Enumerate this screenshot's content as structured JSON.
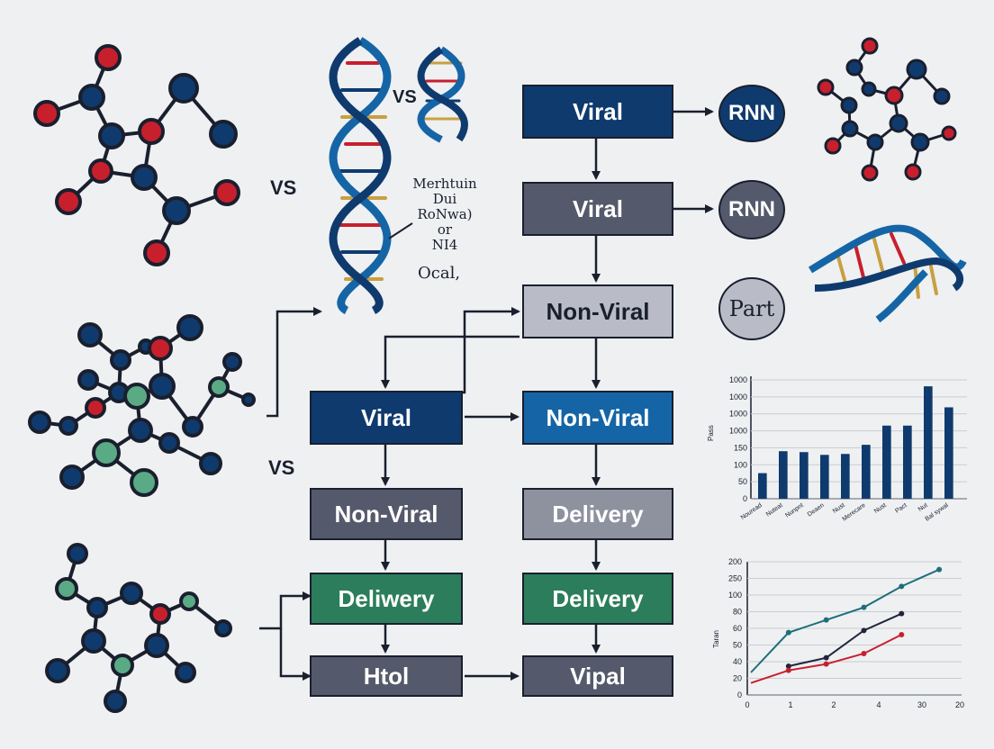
{
  "colors": {
    "navy": "#0f3a6e",
    "slate": "#545a6b",
    "gray": "#8e929f",
    "lightgray": "#b9bcc6",
    "blue": "#1565a6",
    "green": "#2c7d5b",
    "red": "#c81f2d",
    "teal": "#5aaa85",
    "bg": "#eef0f2"
  },
  "labels": {
    "vs_top": "VS",
    "vs_left": "VS",
    "vs_bottom": "VS",
    "dna_note": [
      "Merhtuin",
      "Dui",
      "RoNwa)",
      "or",
      "NI4"
    ],
    "dna_note_sub": "Ocal,"
  },
  "flow": {
    "right_col": [
      "Viral",
      "Viral",
      "Non-Viral",
      "Non-Viral",
      "Delivery",
      "Delivery",
      "Vipal"
    ],
    "left_col": [
      "Viral",
      "Non-Viral",
      "Deliwery",
      "Htol"
    ]
  },
  "outputs": [
    "RNN",
    "RNN",
    "Part"
  ],
  "bar_chart": {
    "type": "bar",
    "ytick_labels": [
      "1000",
      "1000",
      "1000",
      "1000",
      "150",
      "100",
      "50",
      "0"
    ],
    "ylabel": "Pass",
    "categories": [
      "Nouread",
      "Nuteat",
      "Nunpnt",
      "Deaen",
      "Nust",
      "Merecare",
      "Nust",
      "Pact",
      "Nut",
      "Bal sywal"
    ],
    "values": [
      28,
      52,
      51,
      48,
      49,
      59,
      80,
      80,
      123,
      100
    ]
  },
  "line_chart": {
    "type": "line",
    "ytick_labels": [
      "200",
      "250",
      "100",
      "80",
      "60",
      "50",
      "40",
      "20",
      "0"
    ],
    "xtick_labels": [
      "0",
      "1",
      "2",
      "4",
      "30",
      "20"
    ],
    "ylabel": "Taran",
    "series": [
      {
        "color": "#1e6e7a",
        "points": [
          [
            0,
            9
          ],
          [
            1,
            28
          ],
          [
            2,
            34
          ],
          [
            3,
            40
          ],
          [
            4,
            50
          ],
          [
            5,
            58
          ]
        ]
      },
      {
        "color": "#22253a",
        "points": [
          [
            1,
            12
          ],
          [
            2,
            16
          ],
          [
            3,
            29
          ],
          [
            4,
            37
          ]
        ]
      },
      {
        "color": "#c81f2d",
        "points": [
          [
            0,
            4
          ],
          [
            1,
            10
          ],
          [
            2,
            13
          ],
          [
            3,
            18
          ],
          [
            4,
            27
          ]
        ]
      }
    ]
  }
}
